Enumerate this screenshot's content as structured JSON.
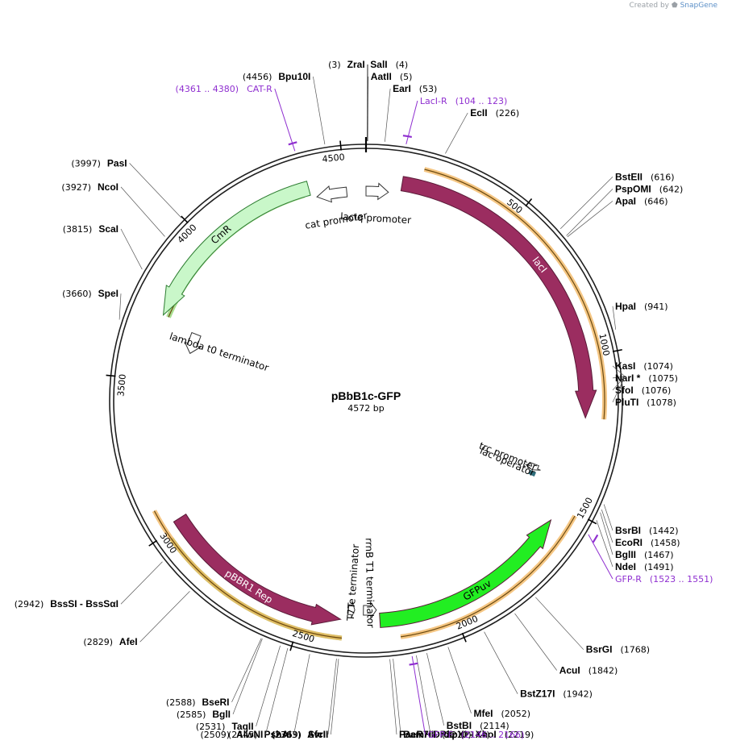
{
  "credit": {
    "prefix": "Created by",
    "brand": "SnapGene"
  },
  "plasmid": {
    "name": "pBbB1c-GFP",
    "length_label": "4572 bp",
    "length": 4572
  },
  "colors": {
    "backbone": "#1f1f1f",
    "lacI": "#9b2d60",
    "pbbr1": "#9b2d60",
    "cmr": "#c9f7c9",
    "gfp": "#22ee22",
    "primer": "#8f2fd0",
    "highlight_orange": "#f2b35a",
    "highlight_green": "#8bd36a"
  },
  "ticks": [
    {
      "pos": 500,
      "label": "500"
    },
    {
      "pos": 1000,
      "label": "1000"
    },
    {
      "pos": 1500,
      "label": "1500"
    },
    {
      "pos": 2000,
      "label": "2000"
    },
    {
      "pos": 2500,
      "label": "2500"
    },
    {
      "pos": 3000,
      "label": "3000"
    },
    {
      "pos": 3500,
      "label": "3500"
    },
    {
      "pos": 4000,
      "label": "4000"
    },
    {
      "pos": 4500,
      "label": "4500"
    }
  ],
  "sites": [
    {
      "name": "ZraI",
      "pos": "(3)",
      "at": 3,
      "side": "L"
    },
    {
      "name": "Bpu10I",
      "pos": "(4456)",
      "at": 4456,
      "side": "L"
    },
    {
      "name": "SalI",
      "pos": "(4)",
      "at": 4,
      "side": "R"
    },
    {
      "name": "AatII",
      "pos": "(5)",
      "at": 5,
      "side": "R"
    },
    {
      "name": "EarI",
      "pos": "(53)",
      "at": 53,
      "side": "R"
    },
    {
      "name": "EcII",
      "pos": "(226)",
      "at": 226,
      "side": "R"
    },
    {
      "name": "BstEII",
      "pos": "(616)",
      "at": 616,
      "side": "R"
    },
    {
      "name": "PspOMI",
      "pos": "(642)",
      "at": 642,
      "side": "R"
    },
    {
      "name": "ApaI",
      "pos": "(646)",
      "at": 646,
      "side": "R"
    },
    {
      "name": "HpaI",
      "pos": "(941)",
      "at": 941,
      "side": "R"
    },
    {
      "name": "KasI",
      "pos": "(1074)",
      "at": 1074,
      "side": "R"
    },
    {
      "name": "NarI *",
      "pos": "(1075)",
      "at": 1075,
      "side": "R"
    },
    {
      "name": "SfoI",
      "pos": "(1076)",
      "at": 1076,
      "side": "R"
    },
    {
      "name": "PluTI",
      "pos": "(1078)",
      "at": 1078,
      "side": "R"
    },
    {
      "name": "BsrBI",
      "pos": "(1442)",
      "at": 1442,
      "side": "R"
    },
    {
      "name": "EcoRI",
      "pos": "(1458)",
      "at": 1458,
      "side": "R"
    },
    {
      "name": "BglII",
      "pos": "(1467)",
      "at": 1467,
      "side": "R"
    },
    {
      "name": "NdeI",
      "pos": "(1491)",
      "at": 1491,
      "side": "R"
    },
    {
      "name": "BsrGI",
      "pos": "(1768)",
      "at": 1768,
      "side": "R"
    },
    {
      "name": "AcuI",
      "pos": "(1842)",
      "at": 1842,
      "side": "R"
    },
    {
      "name": "BstZ17I",
      "pos": "(1942)",
      "at": 1942,
      "side": "R"
    },
    {
      "name": "MfeI",
      "pos": "(2052)",
      "at": 2052,
      "side": "R"
    },
    {
      "name": "BstBI",
      "pos": "(2114)",
      "at": 2114,
      "side": "R"
    },
    {
      "name": "DrdI",
      "pos": "(2144)",
      "at": 2144,
      "side": "R"
    },
    {
      "name": "BamHI",
      "pos": "(2210)",
      "at": 2210,
      "side": "R"
    },
    {
      "name": "PaeR7I  -  PspXI  -  XhoI",
      "pos": "(2219)",
      "at": 2219,
      "side": "R"
    },
    {
      "name": "AvrII",
      "pos": "(2363)",
      "at": 2363,
      "side": "L"
    },
    {
      "name": "SfcI",
      "pos": "(2369)",
      "at": 2369,
      "side": "L"
    },
    {
      "name": "PshAI",
      "pos": "(2445)",
      "at": 2445,
      "side": "L"
    },
    {
      "name": "AlwNI",
      "pos": "(2509)",
      "at": 2509,
      "side": "L"
    },
    {
      "name": "TaqII",
      "pos": "(2531)",
      "at": 2531,
      "side": "L"
    },
    {
      "name": "BglI",
      "pos": "(2585)",
      "at": 2585,
      "side": "L"
    },
    {
      "name": "BseRI",
      "pos": "(2588)",
      "at": 2588,
      "side": "L"
    },
    {
      "name": "AfeI",
      "pos": "(2829)",
      "at": 2829,
      "side": "L"
    },
    {
      "name": "BssSI  -  BssSαI",
      "pos": "(2942)",
      "at": 2942,
      "side": "L"
    },
    {
      "name": "SpeI",
      "pos": "(3660)",
      "at": 3660,
      "side": "L"
    },
    {
      "name": "ScaI",
      "pos": "(3815)",
      "at": 3815,
      "side": "L"
    },
    {
      "name": "NcoI",
      "pos": "(3927)",
      "at": 3927,
      "side": "L"
    },
    {
      "name": "PasI",
      "pos": "(3997)",
      "at": 3997,
      "side": "L"
    }
  ],
  "primers": [
    {
      "name": "CAT-R",
      "range": "(4361 .. 4380)",
      "at": 4370,
      "side": "L"
    },
    {
      "name": "LacI-R",
      "range": "(104 .. 123)",
      "at": 113,
      "side": "R"
    },
    {
      "name": "GFP-R",
      "range": "(1523 .. 1551)",
      "at": 1537,
      "side": "R"
    },
    {
      "name": "GFP-F",
      "range": "(2146 .. 2166)",
      "at": 2156,
      "side": "R"
    }
  ],
  "features": [
    {
      "name": "lacI",
      "start": 120,
      "end": 1200,
      "dir": 1,
      "kind": "filled",
      "color": "#9b2d60",
      "label_inside": true
    },
    {
      "name": "GFPuv",
      "start": 1560,
      "end": 2240,
      "dir": -1,
      "kind": "filled",
      "color": "#22ee22",
      "label_inside": true
    },
    {
      "name": "pBBR1 Rep",
      "start": 2370,
      "end": 3020,
      "dir": -1,
      "kind": "filled",
      "color": "#9b2d60",
      "label_inside": true
    },
    {
      "name": "CmR",
      "start": 3720,
      "end": 4380,
      "dir": -1,
      "kind": "filled",
      "color": "#c9f7c9",
      "label_inside": true
    },
    {
      "name": "lacIq promoter",
      "start": 0,
      "end": 78,
      "dir": 1,
      "kind": "outline",
      "label_inside": false
    },
    {
      "name": "cat promoter",
      "start": 4400,
      "end": 4505,
      "dir": -1,
      "kind": "outline",
      "label_inside": false
    },
    {
      "name": "lambda t0 terminator",
      "start": 3620,
      "end": 3700,
      "dir": -1,
      "kind": "outline",
      "label_inside": false
    },
    {
      "name": "T7Te terminator",
      "start": 2325,
      "end": 2347,
      "dir": -1,
      "kind": "outline",
      "label_inside": false
    },
    {
      "name": "rrnB T1 terminator",
      "start": 2250,
      "end": 2295,
      "dir": -1,
      "kind": "outline",
      "label_inside": false
    },
    {
      "name": "trc promoter",
      "start": 1405,
      "end": 1430,
      "dir": 1,
      "kind": "outline",
      "label_inside": false
    },
    {
      "name": "lac operator",
      "start": 1433,
      "end": 1451,
      "dir": 1,
      "kind": "box",
      "color": "#2f6f7d",
      "label_inside": false
    }
  ],
  "highlights": [
    {
      "start": 180,
      "end": 1200,
      "color": "#f2b35a",
      "inner": false
    },
    {
      "start": 1510,
      "end": 2180,
      "color": "#f2b35a",
      "inner": false
    },
    {
      "start": 2360,
      "end": 2980,
      "color": "#8bd36a",
      "inner": false
    },
    {
      "start": 2360,
      "end": 3080,
      "color": "#f2b35a",
      "inner": false
    },
    {
      "start": 3720,
      "end": 4360,
      "color": "#8bd36a",
      "inner": true
    }
  ]
}
